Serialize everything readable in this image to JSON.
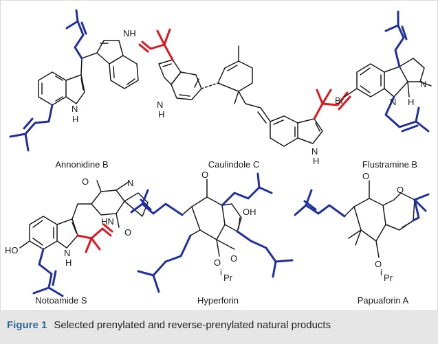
{
  "colors": {
    "prenyl": "#1f2f9e",
    "reverse_prenyl": "#e0161e",
    "bond": "#1a1a1a",
    "caption_bg": "#e6e6e6",
    "figure_label": "#2d6a93"
  },
  "compounds": [
    {
      "name": "Annonidine B",
      "atoms": [
        "NH",
        "N",
        "H"
      ]
    },
    {
      "name": "Caulindole C",
      "atoms": [
        "N",
        "H",
        "N",
        "H"
      ]
    },
    {
      "name": "Flustramine B",
      "atoms": [
        "Br",
        "N",
        "N",
        "H"
      ]
    },
    {
      "name": "Notoamide S",
      "atoms": [
        "O",
        "N",
        "HN",
        "O",
        "HO",
        "N",
        "H"
      ]
    },
    {
      "name": "Hyperforin",
      "atoms": [
        "O",
        "O",
        "OH",
        "O",
        "i",
        "Pr"
      ]
    },
    {
      "name": "Papuaforin A",
      "atoms": [
        "O",
        "O",
        "O",
        "i",
        "Pr"
      ]
    }
  ],
  "caption": {
    "label": "Figure 1",
    "text": "Selected prenylated and reverse-prenylated natural products"
  }
}
